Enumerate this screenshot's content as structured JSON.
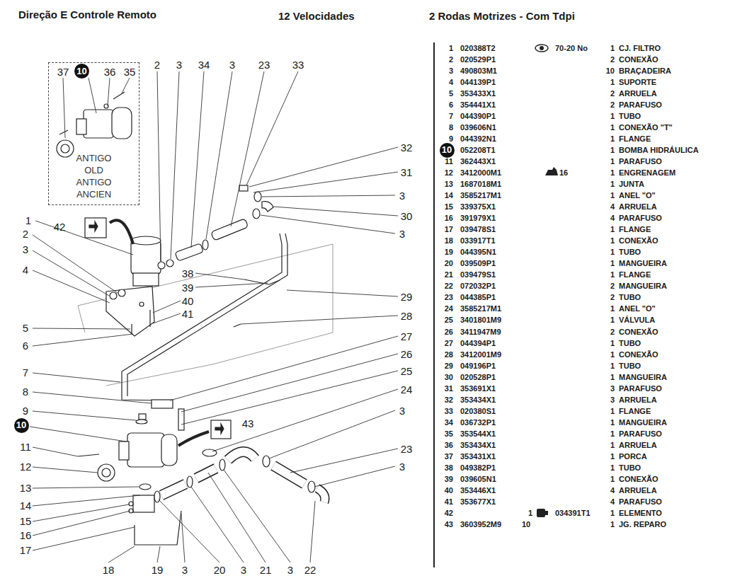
{
  "diagram": {
    "title": "Direção E Controle Remoto",
    "nodes": [
      {
        "text": [
          "ANTIGO OLD ANTIGO ANCIEN"
        ]
      },
      {
        "text": [
          "10"
        ],
        "in": 0
      },
      {
        "text": [
          "10"
        ]
      },
      {
        "text": [
          "10"
        ]
      }
    ],
    "labels": [
      "12 Velocidades",
      "2 Rodas Motrizes - Com Tdpi",
      "37",
      "36",
      "35",
      "2",
      "3",
      "34",
      "3",
      "23",
      "33",
      "32",
      "31",
      "3",
      "30",
      "1",
      "42",
      "2",
      "3",
      "3",
      "4",
      "38",
      "39",
      "29",
      "40",
      "41",
      "28",
      "5",
      "27",
      "6",
      "26",
      "25",
      "7",
      "24",
      "8",
      "9",
      "3",
      "43",
      "11",
      "23",
      "12",
      "3",
      "13",
      "14",
      "15",
      "16",
      "17",
      "18",
      "19",
      "3",
      "20",
      "3",
      "21",
      "3",
      "22",
      "1",
      "020388T2",
      "70-20 No",
      "1",
      "CJ. FILTRO",
      "2",
      "020529P1",
      "2",
      "CONEXÃO",
      "3",
      "490803M1",
      "10",
      "BRAÇADEIRA",
      "4",
      "044139P1",
      "1",
      "SUPORTE",
      "5",
      "353433X1",
      "2",
      "ARRUELA",
      "6",
      "354441X1",
      "2",
      "PARAFUSO",
      "7",
      "044390P1",
      "1",
      "TUBO",
      "8",
      "039606N1",
      "1",
      "CONEXÃO \"T\"",
      "9",
      "044392N1",
      "1",
      "FLANGE",
      "052208T1",
      "1",
      "BOMBA HIDRÁULICA",
      "11",
      "362443X1",
      "1",
      "PARAFUSO",
      "12",
      "3412000M1",
      "16",
      "1",
      "ENGRENAGEM",
      "13",
      "1687018M1",
      "1",
      "JUNTA",
      "14",
      "3585217M1",
      "1",
      "ANEL \"O\"",
      "15",
      "339375X1",
      "4",
      "ARRUELA",
      "16",
      "391979X1",
      "4",
      "PARAFUSO",
      "17",
      "039478S1",
      "1",
      "FLANGE",
      "18",
      "033917T1",
      "1",
      "CONEXÃO",
      "19",
      "044395N1",
      "1",
      "TUBO",
      "20",
      "039509P1",
      "1",
      "MANGUEIRA",
      "21",
      "039479S1",
      "1",
      "FLANGE",
      "22",
      "072032P1",
      "2",
      "MANGUEIRA",
      "23",
      "044385P1",
      "2",
      "TUBO",
      "24",
      "3585217M1",
      "1",
      "ANEL \"O\"",
      "25",
      "3401801M9",
      "1",
      "VÁLVULA",
      "26",
      "3411947M9",
      "2",
      "CONEXÃO",
      "27",
      "044394P1",
      "1",
      "TUBO",
      "28",
      "3412001M9",
      "1",
      "CONEXÃO",
      "29",
      "049196P1",
      "1",
      "TUBO",
      "30",
      "020528P1",
      "1",
      "MANGUEIRA",
      "31",
      "353691X1",
      "3",
      "PARAFUSO",
      "32",
      "353434X1",
      "3",
      "ARRUELA",
      "33",
      "020380S1",
      "1",
      "FLANGE",
      "34",
      "036732P1",
      "1",
      "MANGUEIRA",
      "35",
      "353544X1",
      "1",
      "PARAFUSO",
      "36",
      "353434X1",
      "1",
      "ARRUELA",
      "37",
      "353431X1",
      "1",
      "PORCA",
      "38",
      "049382P1",
      "1",
      "TUBO",
      "39",
      "039605N1",
      "1",
      "CONEXÃO",
      "40",
      "353446X1",
      "4",
      "ARRUELA",
      "41",
      "353677X1",
      "4",
      "PARAFUSO",
      "42",
      "1",
      "034391T1",
      "1",
      "ELEMENTO",
      "43",
      "3603952M9",
      "10",
      "1",
      "JG. REPARO"
    ]
  }
}
